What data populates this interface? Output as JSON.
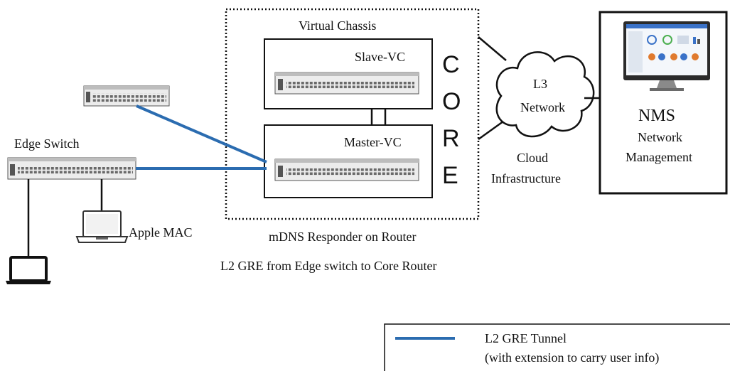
{
  "virtual_chassis": {
    "label": "Virtual Chassis"
  },
  "slave": {
    "label": "Slave-VC"
  },
  "master": {
    "label": "Master-VC"
  },
  "core": {
    "letters": [
      "C",
      "O",
      "R",
      "E"
    ]
  },
  "cloud": {
    "line1": "L3",
    "line2": "Network",
    "caption1": "Cloud",
    "caption2": "Infrastructure"
  },
  "nms": {
    "title": "NMS",
    "line1": "Network",
    "line2": "Management"
  },
  "edge_switch": {
    "label": "Edge Switch"
  },
  "apple_mac": {
    "label": "Apple MAC"
  },
  "captions": {
    "mdns": "mDNS Responder on Router",
    "gre": "L2 GRE from Edge switch to Core Router"
  },
  "legend": {
    "line1": "L2 GRE Tunnel",
    "line2": "(with extension to carry user info)"
  },
  "colors": {
    "tunnel": "#2b6cb0",
    "line": "#111111",
    "switch_body": "#ececec"
  }
}
